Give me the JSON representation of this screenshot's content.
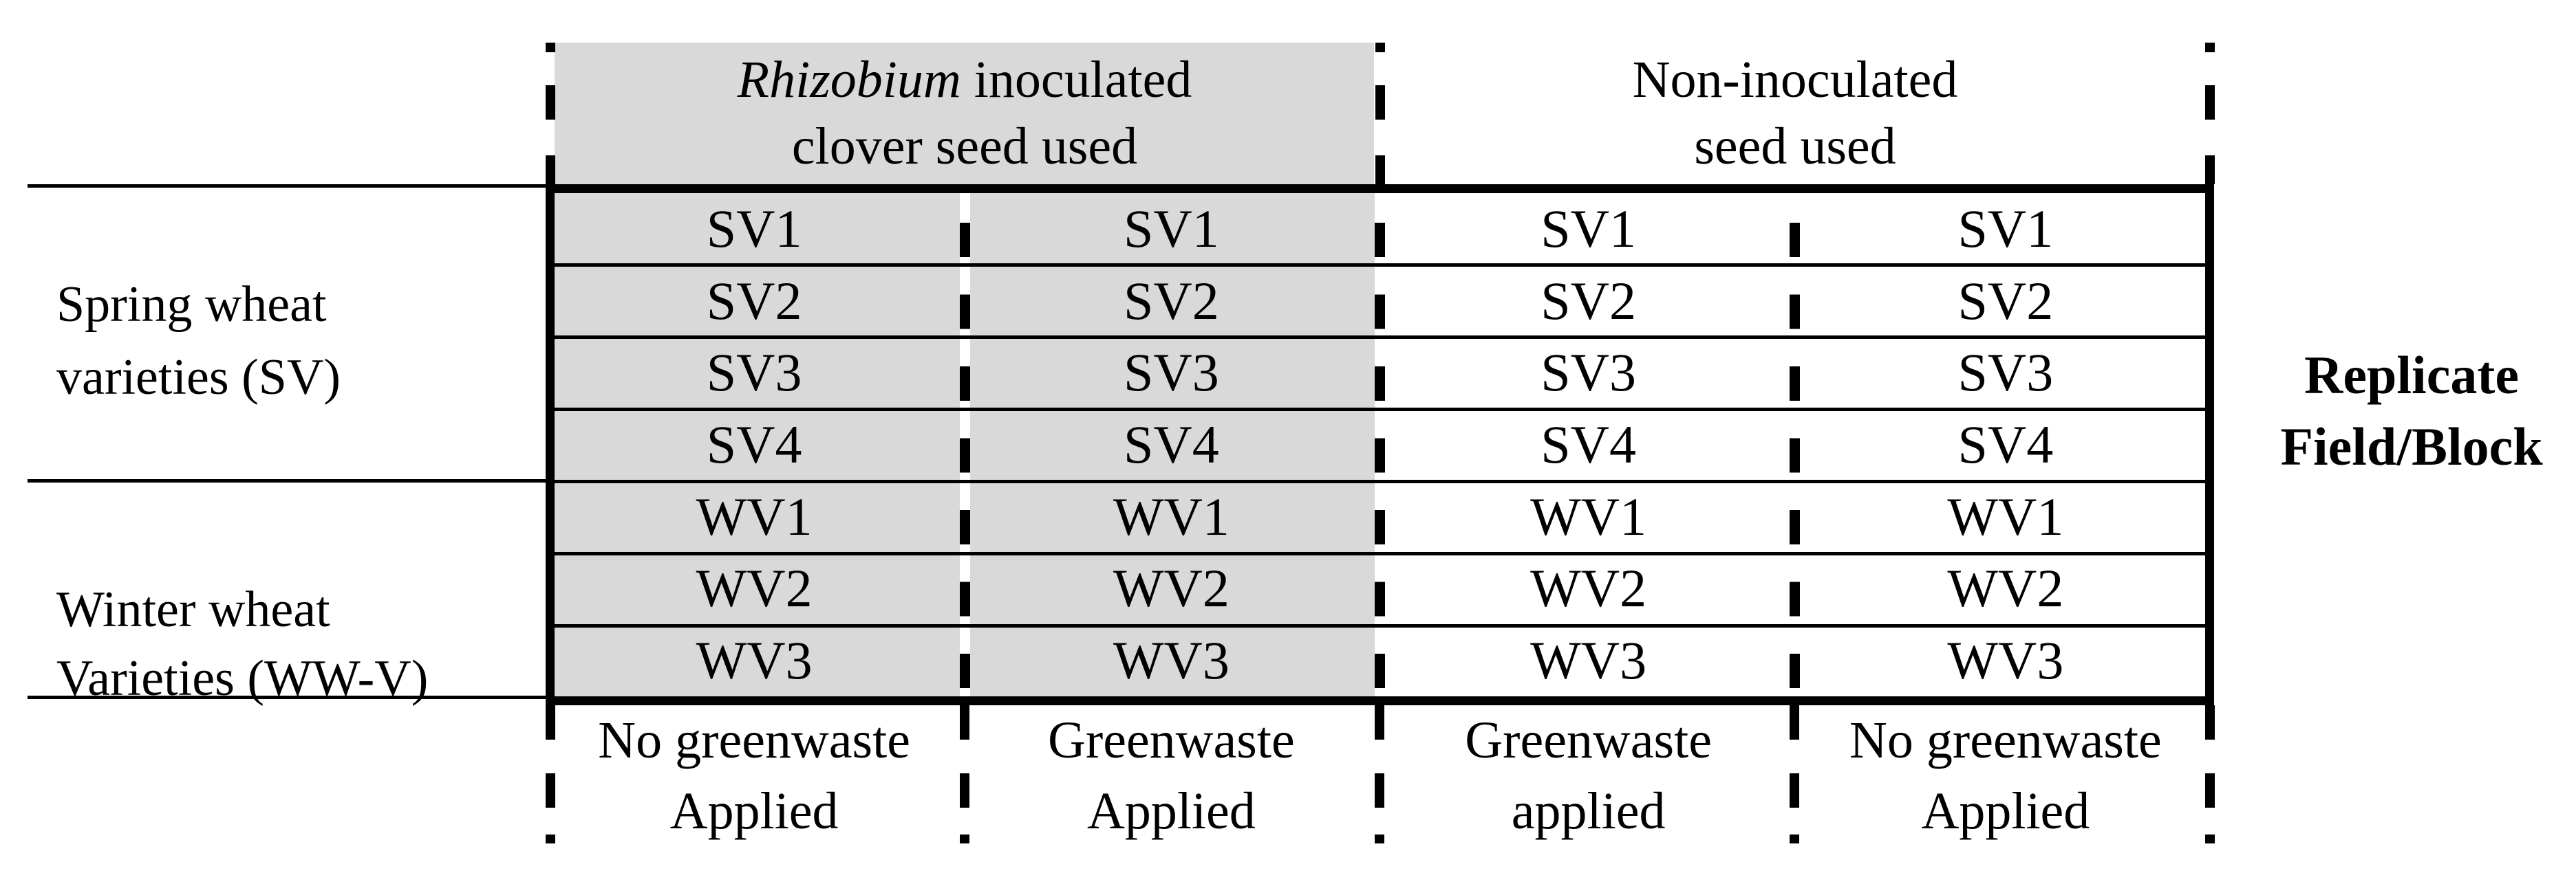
{
  "colors": {
    "shaded_cell": "#d9d9d9",
    "line": "#000000",
    "background": "#ffffff"
  },
  "header": {
    "inoculated": {
      "line1_italic": "Rhizobium",
      "line1_rest": " inoculated",
      "line2": "clover seed used"
    },
    "non_inoculated": {
      "line1": "Non-inoculated",
      "line2": "seed used"
    }
  },
  "left_labels": {
    "spring": {
      "line1": "Spring wheat",
      "line2": "varieties (SV)"
    },
    "winter": {
      "line1": "Winter wheat",
      "line2": "Varieties (WW-V)"
    }
  },
  "right_label": {
    "line1": "Replicate",
    "line2": "Field/Block"
  },
  "grid": {
    "rows": [
      [
        "SV1",
        "SV1",
        "SV1",
        "SV1"
      ],
      [
        "SV2",
        "SV2",
        "SV2",
        "SV2"
      ],
      [
        "SV3",
        "SV3",
        "SV3",
        "SV3"
      ],
      [
        "SV4",
        "SV4",
        "SV4",
        "SV4"
      ],
      [
        "WV1",
        "WV1",
        "WV1",
        "WV1"
      ],
      [
        "WV2",
        "WV2",
        "WV2",
        "WV2"
      ],
      [
        "WV3",
        "WV3",
        "WV3",
        "WV3"
      ]
    ]
  },
  "footer": [
    {
      "line1": "No greenwaste",
      "line2": "Applied"
    },
    {
      "line1": "Greenwaste",
      "line2": "Applied"
    },
    {
      "line1": "Greenwaste",
      "line2": "applied"
    },
    {
      "line1": "No greenwaste",
      "line2": "Applied"
    }
  ]
}
